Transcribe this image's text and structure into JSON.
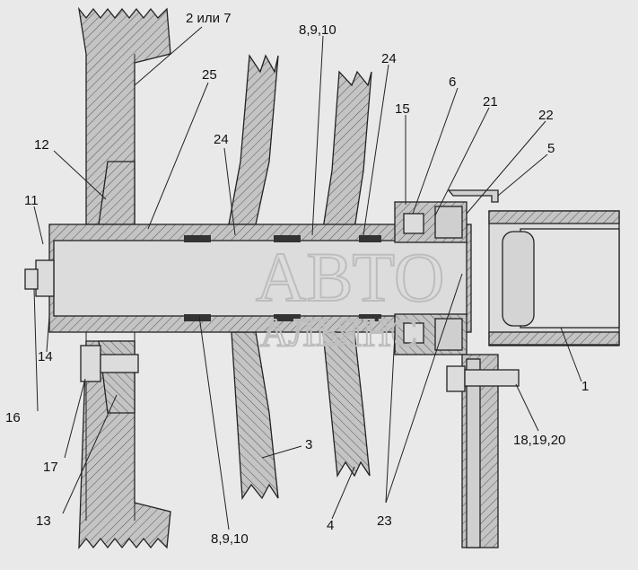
{
  "diagram": {
    "colors": {
      "background": "#e9e9e9",
      "hatch_fill": "#bfbfbf",
      "light_fill": "#dcdcdc",
      "line": "#222222",
      "watermark": "#bdbdbd"
    },
    "watermark": {
      "line1": "АВТО",
      "line2": "АЛЬЯНС"
    },
    "callouts": [
      {
        "id": "c-2-or-7",
        "text": "2 или 7"
      },
      {
        "id": "c-8-9-10-top",
        "text": "8,9,10"
      },
      {
        "id": "c-25",
        "text": "25"
      },
      {
        "id": "c-24-right",
        "text": "24"
      },
      {
        "id": "c-6",
        "text": "6"
      },
      {
        "id": "c-15",
        "text": "15"
      },
      {
        "id": "c-21",
        "text": "21"
      },
      {
        "id": "c-22",
        "text": "22"
      },
      {
        "id": "c-12",
        "text": "12"
      },
      {
        "id": "c-24-left",
        "text": "24"
      },
      {
        "id": "c-5",
        "text": "5"
      },
      {
        "id": "c-11",
        "text": "11"
      },
      {
        "id": "c-14",
        "text": "14"
      },
      {
        "id": "c-16",
        "text": "16"
      },
      {
        "id": "c-1",
        "text": "1"
      },
      {
        "id": "c-3",
        "text": "3"
      },
      {
        "id": "c-17",
        "text": "17"
      },
      {
        "id": "c-18-19-20",
        "text": "18,19,20"
      },
      {
        "id": "c-13",
        "text": "13"
      },
      {
        "id": "c-8-9-10-bottom",
        "text": "8,9,10"
      },
      {
        "id": "c-4",
        "text": "4"
      },
      {
        "id": "c-23",
        "text": "23"
      }
    ]
  }
}
